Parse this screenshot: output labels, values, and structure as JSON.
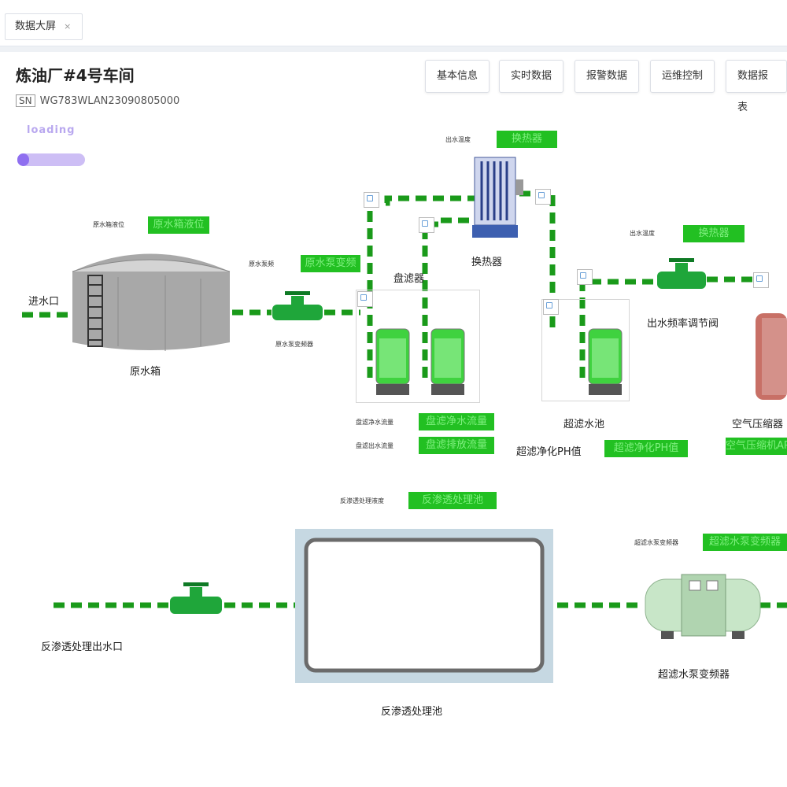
{
  "tab": {
    "label": "数据大屏",
    "close": "×"
  },
  "header": {
    "title": "炼油厂#4号车间",
    "sn_tag": "SN",
    "sn_value": "WG783WLAN23090805000"
  },
  "nav": [
    "基本信息",
    "实时数据",
    "报警数据",
    "运维控制",
    "数据报表"
  ],
  "loading": {
    "text": "loading",
    "progress": 0.18
  },
  "labels": {
    "inlet": "进水口",
    "raw_tank": "原水箱",
    "filter": "盘滤器",
    "heat_exchanger": "换热器",
    "uf_pool": "超滤水池",
    "outlet_valve": "出水频率调节阀",
    "air_compressor": "空气压缩器",
    "uf_ph": "超滤净化PH值",
    "ro_outlet": "反渗透处理出水口",
    "ro_pool": "反渗透处理池",
    "uf_pump_inverter": "超滤水泵变频器"
  },
  "small_labels": {
    "outlet_temp": "出水温度",
    "raw_level": "原水箱液位",
    "raw_pump": "原水泵频",
    "raw_pump_inverter": "原水泵变频器",
    "outlet_temp2": "出水温度",
    "filter_clean": "盘滤净水流量",
    "filter_drain": "盘滤出水流量",
    "ro_level": "反渗透处理液度",
    "uf_pump": "超滤水泵变频器"
  },
  "values": {
    "heat_exchanger": "换热器",
    "raw_level": "原水箱液位",
    "raw_pump": "原水泵变频",
    "outlet_temp": "换热器",
    "filter_clean": "盘滤净水流量",
    "filter_drain": "盘滤排放流量",
    "uf_ph": "超滤净化PH值",
    "air": "空气压缩机APH",
    "ro": "反渗透处理池",
    "uf_pump": "超滤水泵变频器"
  },
  "colors": {
    "pipe": "#1a9a1a",
    "value_bg": "#22c022",
    "accent": "#8f6ff0"
  },
  "icons": [
    "tank-icon",
    "valve-icon",
    "filter-icon",
    "heat-exchanger-icon",
    "pump-icon",
    "air-compressor-icon",
    "broken-image-icon"
  ]
}
